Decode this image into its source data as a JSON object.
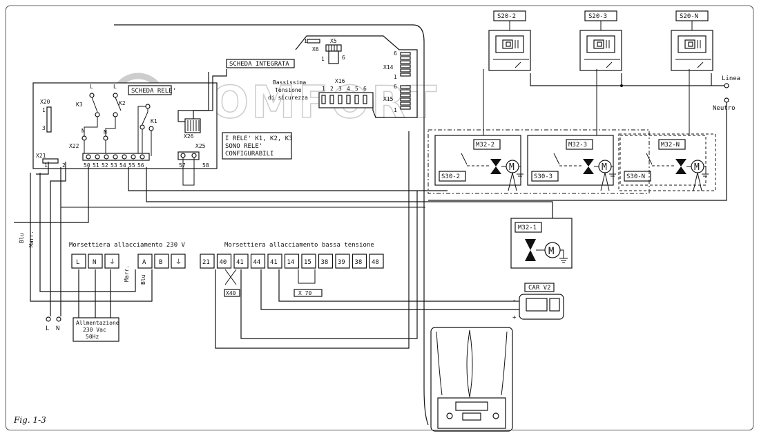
{
  "watermark": "KOMFORT",
  "figure_caption": "Fig. 1-3",
  "scheda_integrata": {
    "title": "SCHEDA INTEGRATA",
    "x5": "X5",
    "x6": "X6",
    "x5_pin1": "1",
    "x5_pin6": "6",
    "x14": "X14",
    "x15": "X15",
    "x16": "X16",
    "x14_pins": [
      "6",
      "1"
    ],
    "x15_pins": [
      "6",
      "1"
    ],
    "x16_pins": [
      "1",
      "2",
      "3",
      "4",
      "5",
      "6"
    ],
    "note": [
      "Bassissima",
      "Tensione",
      "di sicurezza"
    ]
  },
  "scheda_rele": {
    "title": "SCHEDA RELE'",
    "relays": [
      "K3",
      "K2",
      "K1"
    ],
    "contact_labels": [
      "L",
      "L",
      "N",
      "N"
    ],
    "x20": "X20",
    "x20_pins": [
      "1",
      "3"
    ],
    "x21": "X21",
    "x22": "X22",
    "x25": "X25",
    "x26": "X26",
    "terminals_left": [
      "1",
      "2"
    ],
    "terminals_mid": [
      "50",
      "51",
      "52",
      "53",
      "54",
      "55",
      "56"
    ],
    "terminals_right": [
      "57",
      "58"
    ]
  },
  "relay_note": [
    "I RELE' K1, K2, K3",
    "SONO RELE'",
    "CONFIGURABILI"
  ],
  "morsettiera_230": {
    "title": "Morsettiera allacciamento 230 V",
    "terminals": [
      "L",
      "N",
      "⏚",
      "⏚",
      "A",
      "B",
      "⏚"
    ],
    "wire_labels": [
      "Blu",
      "Marr.",
      "Marr.",
      "Blu"
    ]
  },
  "morsettiera_bassa": {
    "title": "Morsettiera allacciamento bassa tensione",
    "terminals": [
      "21",
      "40",
      "41",
      "44",
      "41",
      "14",
      "15",
      "38",
      "39",
      "38",
      "48"
    ],
    "bridges": [
      "X40",
      "X 70"
    ]
  },
  "alimentazione": {
    "lines": [
      "Allmentazione",
      "230 Vac",
      "50Hz"
    ],
    "l": "L",
    "n": "N"
  },
  "thermostats": [
    "S20-2",
    "S20-3",
    "S20-N"
  ],
  "zone_switches": [
    "S30-2",
    "S30-3",
    "S30-N"
  ],
  "zone_valves": [
    "M32-2",
    "M32-3",
    "M32-N"
  ],
  "valve_m321": "M32-1",
  "motor_symbol": "M",
  "linea": "Linea",
  "neutro": "Neutro",
  "remote": {
    "title": "CAR V2",
    "minus": "-",
    "plus": "+"
  }
}
